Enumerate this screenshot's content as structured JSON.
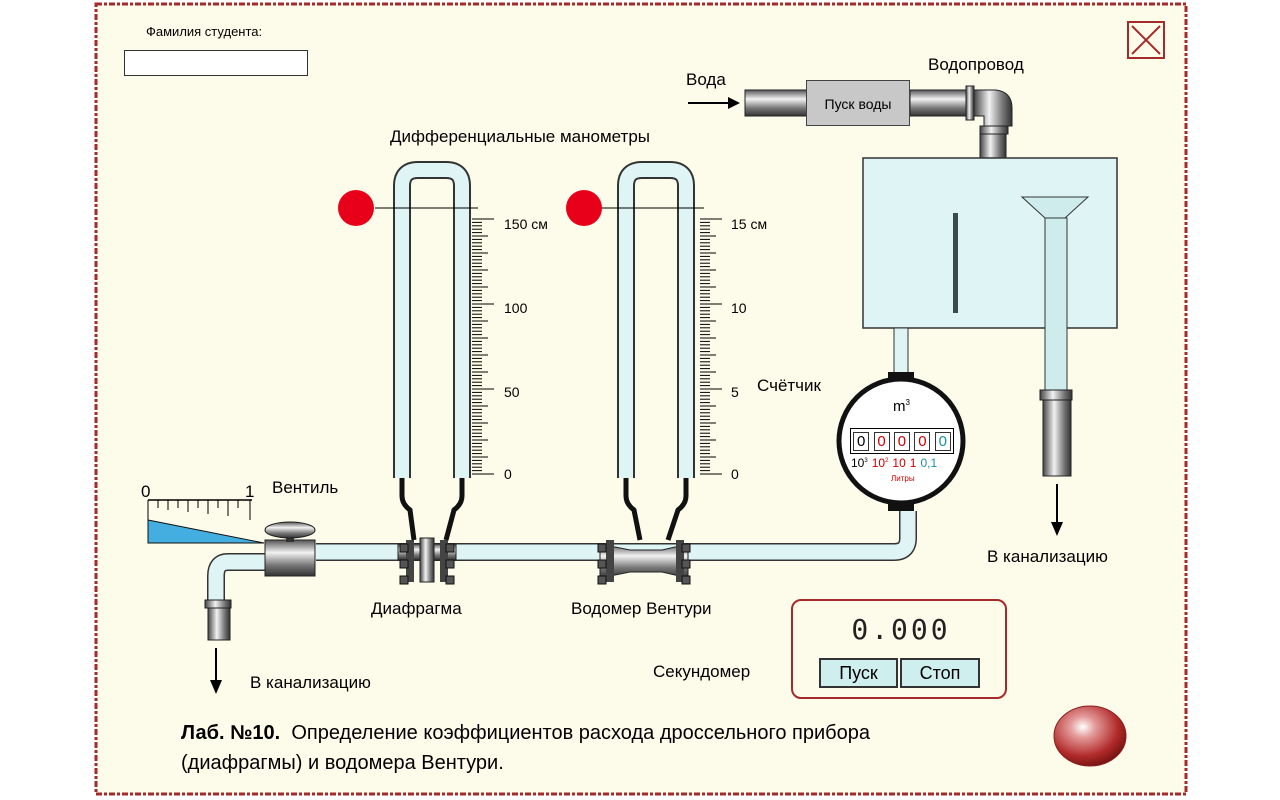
{
  "student": {
    "label": "Фамилия студента:",
    "value": ""
  },
  "close": {
    "icon": "close-icon"
  },
  "water": {
    "label": "Вода",
    "start_label": "Пуск воды",
    "supply_label": "Водопровод"
  },
  "manometers": {
    "title": "Дифференциальные манометры"
  },
  "scale1": {
    "top_label": "150 см",
    "ticks": [
      "100",
      "50",
      "0"
    ]
  },
  "scale2": {
    "top_label": "15 см",
    "ticks": [
      "10",
      "5",
      "0"
    ]
  },
  "meter": {
    "label": "Счётчик",
    "unit": "m",
    "unit_sup": "3",
    "digits": [
      "0",
      "0",
      "0",
      "0",
      "0"
    ],
    "digit_colors": [
      "#000000",
      "#cc0000",
      "#cc0000",
      "#cc0000",
      "#1a8fa0"
    ],
    "scale_labels": [
      "10",
      "10",
      "10",
      "1",
      "0,1"
    ],
    "scale_sups": [
      "3",
      "2",
      "",
      "",
      ""
    ],
    "sub_label": "Литры"
  },
  "valve": {
    "label": "Вентиль",
    "min": "0",
    "max": "1",
    "opening": 0
  },
  "diaphragm": {
    "label": "Диафрагма"
  },
  "venturi": {
    "label": "Водомер Вентури"
  },
  "drain": {
    "left_label": "В канализацию",
    "right_label": "В канализацию"
  },
  "stopwatch": {
    "label": "Секундомер",
    "value": "0.000",
    "start_label": "Пуск",
    "stop_label": "Стоп"
  },
  "lab": {
    "number": "Лаб. №10.",
    "title_line1": "Определение коэффициентов расхода дроссельного прибора",
    "title_line2": "(диафрагмы) и водомера Вентури."
  },
  "colors": {
    "background": "#fdfbe9",
    "border": "#a52a2a",
    "water": "#dff4f4",
    "indicator": "#e8001a"
  }
}
